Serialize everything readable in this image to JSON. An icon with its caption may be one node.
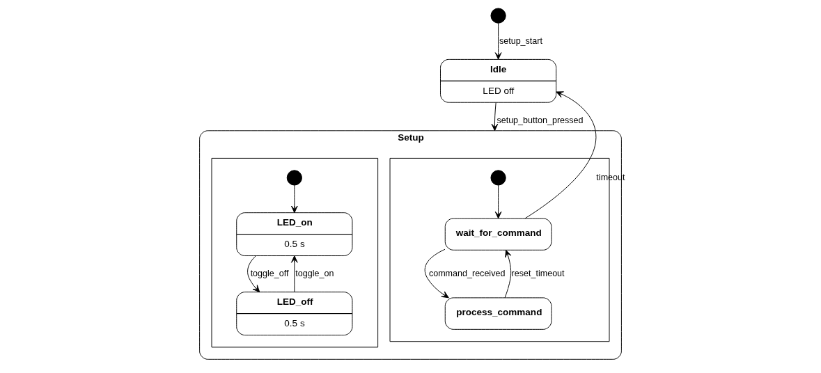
{
  "diagram": {
    "nodes": [
      {
        "text": [],
        "shape": "circle"
      },
      {
        "text": [
          "Idle",
          "LED off"
        ]
      },
      {
        "text": [
          "Setup"
        ]
      },
      {
        "text": [],
        "shape": "box",
        "in": 2
      },
      {
        "text": [],
        "shape": "circle",
        "in": 3
      },
      {
        "text": [
          "wait_for_command"
        ],
        "in": 3
      },
      {
        "text": [
          "process_command"
        ],
        "in": 3
      },
      {
        "text": [],
        "shape": "box",
        "in": 2
      },
      {
        "text": [],
        "shape": "circle",
        "in": 7
      },
      {
        "text": [
          "LED_on",
          "0.5 s"
        ],
        "in": 7
      },
      {
        "text": [
          "LED_off",
          "0.5 s"
        ],
        "in": 7
      }
    ],
    "edges": [
      {
        "from": 0,
        "to": 1,
        "arrow": "to",
        "label": "setup_start"
      },
      {
        "from": 1,
        "to": 2,
        "arrow": "to",
        "label": "setup_button_pressed"
      },
      {
        "from": 5,
        "to": 1,
        "arrow": "to",
        "label": "timeout"
      },
      {
        "from": 4,
        "to": 5,
        "arrow": "to"
      },
      {
        "from": 5,
        "to": 6,
        "arrow": "to",
        "label": "command_received"
      },
      {
        "from": 6,
        "to": 5,
        "arrow": "to",
        "label": "reset_timeout"
      },
      {
        "from": 8,
        "to": 9,
        "arrow": "to"
      },
      {
        "from": 9,
        "to": 10,
        "arrow": "to",
        "label": "toggle_off"
      },
      {
        "from": 10,
        "to": 9,
        "arrow": "to",
        "label": "toggle_on"
      }
    ]
  }
}
